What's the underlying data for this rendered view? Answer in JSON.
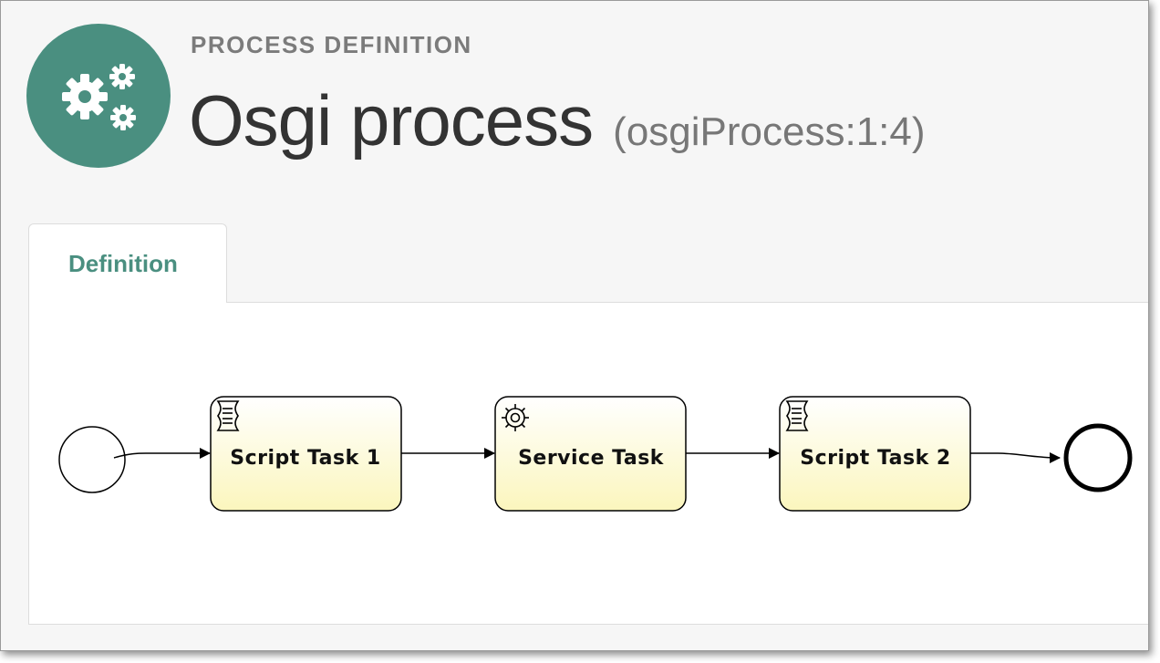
{
  "header": {
    "kicker": "PROCESS DEFINITION",
    "title": "Osgi process",
    "key": "(osgiProcess:1:4)",
    "logo_icon": "gears-icon"
  },
  "tabs": [
    {
      "label": "Definition",
      "active": true
    }
  ],
  "diagram": {
    "start_event": {
      "type": "start-event"
    },
    "tasks": [
      {
        "label": "Script Task 1",
        "type": "script-task",
        "icon": "script-icon"
      },
      {
        "label": "Service Task",
        "type": "service-task",
        "icon": "gear-icon"
      },
      {
        "label": "Script Task 2",
        "type": "script-task",
        "icon": "script-icon"
      }
    ],
    "end_event": {
      "type": "end-event"
    },
    "colors": {
      "task_fill_top": "#ffffff",
      "task_fill_bottom": "#fbf6bd",
      "stroke": "#000000"
    }
  },
  "colors": {
    "accent": "#4a8f80",
    "kicker": "#7b7b7b",
    "title": "#333333"
  }
}
